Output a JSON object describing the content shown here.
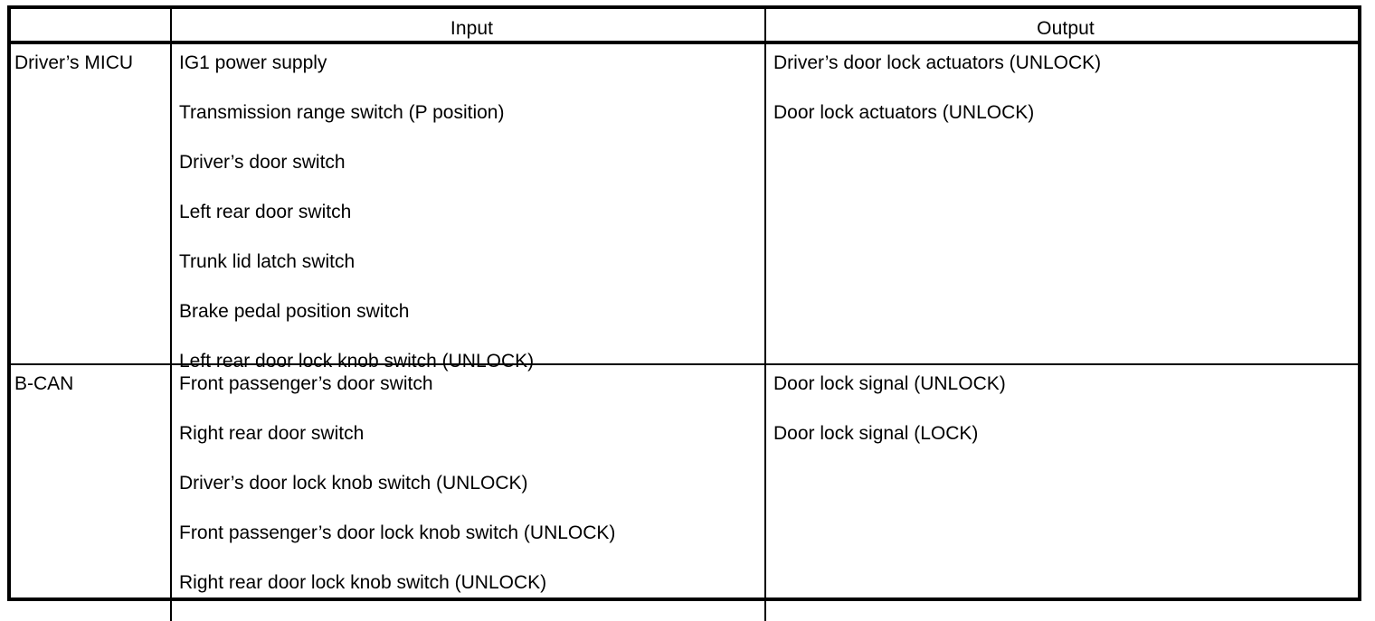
{
  "table": {
    "headers": {
      "module_column": "",
      "input": "Input",
      "output": "Output"
    },
    "sections": [
      {
        "module": "Driver’s MICU",
        "inputs": [
          "IG1 power supply",
          "Transmission range switch (P position)",
          "Driver’s door switch",
          "Left rear door switch",
          "Trunk lid latch switch",
          "Brake pedal position switch",
          "Left rear door lock knob switch (UNLOCK)"
        ],
        "outputs": [
          "Driver’s door lock actuators (UNLOCK)",
          "Door lock actuators (UNLOCK)"
        ]
      },
      {
        "module": "B-CAN",
        "inputs": [
          "Front passenger’s door switch",
          "Right rear door switch",
          "Driver’s door lock knob switch (UNLOCK)",
          "Front passenger’s door lock knob switch (UNLOCK)",
          "Right rear door lock knob switch (UNLOCK)"
        ],
        "outputs": [
          "Door lock signal (UNLOCK)",
          "Door lock signal (LOCK)"
        ]
      }
    ]
  },
  "colors": {
    "border": "#000000",
    "text": "#000000",
    "background": "#ffffff"
  }
}
